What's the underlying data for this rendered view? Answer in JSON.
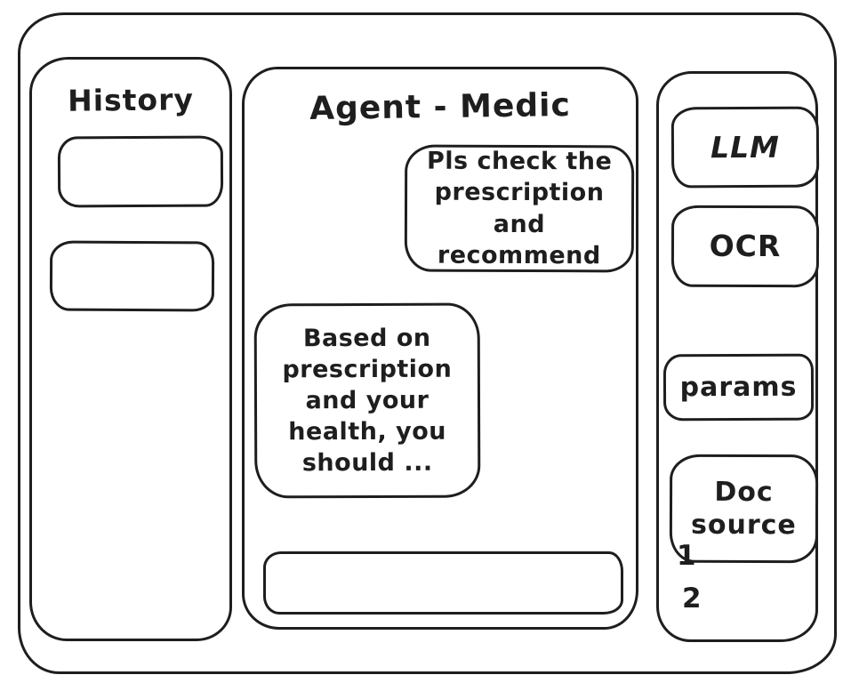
{
  "colors": {
    "ink": "#1e1e1e",
    "background": "#ffffff"
  },
  "history_panel": {
    "title": "History",
    "items": [
      {
        "label": ""
      },
      {
        "label": ""
      }
    ]
  },
  "chat_panel": {
    "title": "Agent - Medic",
    "messages": [
      {
        "role": "user",
        "text": "Pls check the prescription and recommend"
      },
      {
        "role": "assistant",
        "text": "Based on prescription and your health, you should ..."
      }
    ],
    "input": {
      "value": "",
      "placeholder": ""
    }
  },
  "tools_panel": {
    "buttons": [
      {
        "id": "llm",
        "label": "LLM"
      },
      {
        "id": "ocr",
        "label": "OCR"
      },
      {
        "id": "params",
        "label": "params"
      },
      {
        "id": "doc-source",
        "label": "Doc source"
      }
    ],
    "doc_source_items": [
      "1",
      "2"
    ]
  }
}
